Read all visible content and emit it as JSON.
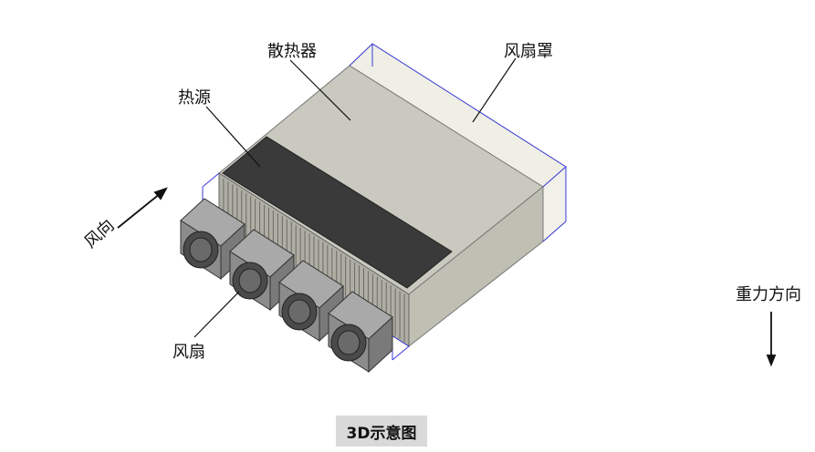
{
  "labels": {
    "heat_sink": "散热器",
    "fan_shroud": "风扇罩",
    "heat_source": "热源",
    "fan": "风扇",
    "wind_direction": "风向",
    "gravity_direction": "重力方向"
  },
  "caption": "3D示意图",
  "colors": {
    "shroud_edge": "#3a3adc",
    "heat_source": "#3a3a3a",
    "heat_sink_top": "#c7c7bd",
    "fan_body": "#8c8c8c"
  },
  "icons": {
    "wind_arrow": "arrow-northeast-icon",
    "gravity_arrow": "arrow-down-icon"
  }
}
